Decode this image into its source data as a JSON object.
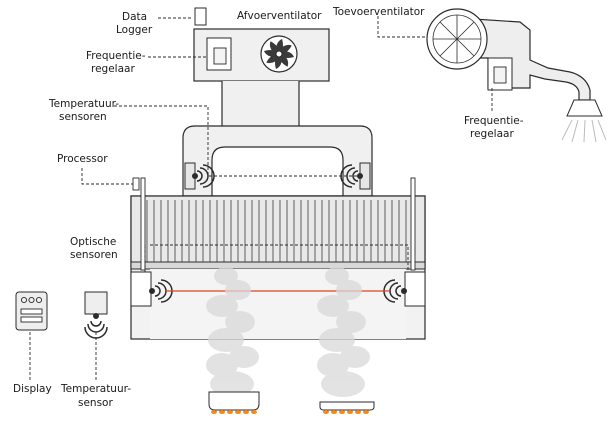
{
  "labels": {
    "data_logger_line1": "Data",
    "data_logger_line2": "Logger",
    "afvoerventilator": "Afvoerventilator",
    "toevoerventilator": "Toevoerventilator",
    "freq_top_line1": "Frequentie-",
    "freq_top_line2": "regelaar",
    "freq_right_line1": "Frequentie-",
    "freq_right_line2": "regelaar",
    "temp_sens_line1": "Temperatuur-",
    "temp_sens_line2": "sensoren",
    "processor": "Processor",
    "optical_line1": "Optische",
    "optical_line2": "sensoren",
    "display": "Display",
    "temp_sensor_line1": "Temperatuur-",
    "temp_sensor_line2": "sensor"
  },
  "colors": {
    "line": "#2b2b2b",
    "fill_light": "#f1f1f1",
    "fill_mid": "#e6e6e6",
    "laser": "#e2401c",
    "flame": "#f08a1c",
    "smoke": "#d6d6d6"
  },
  "icons": {
    "fan": "fan-icon",
    "sensor": "sensor-wave-icon",
    "display": "display-device-icon"
  }
}
